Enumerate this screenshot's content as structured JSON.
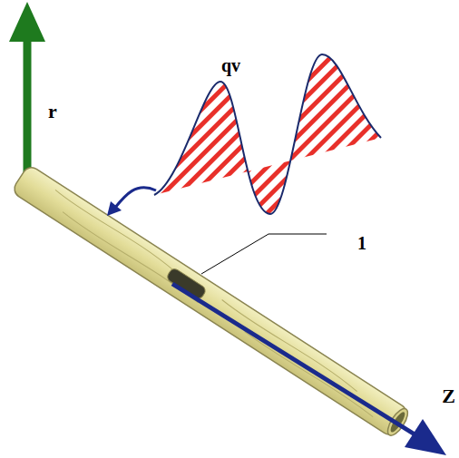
{
  "diagram": {
    "labels": [
      "r",
      "qv",
      "1",
      "Z"
    ]
  }
}
